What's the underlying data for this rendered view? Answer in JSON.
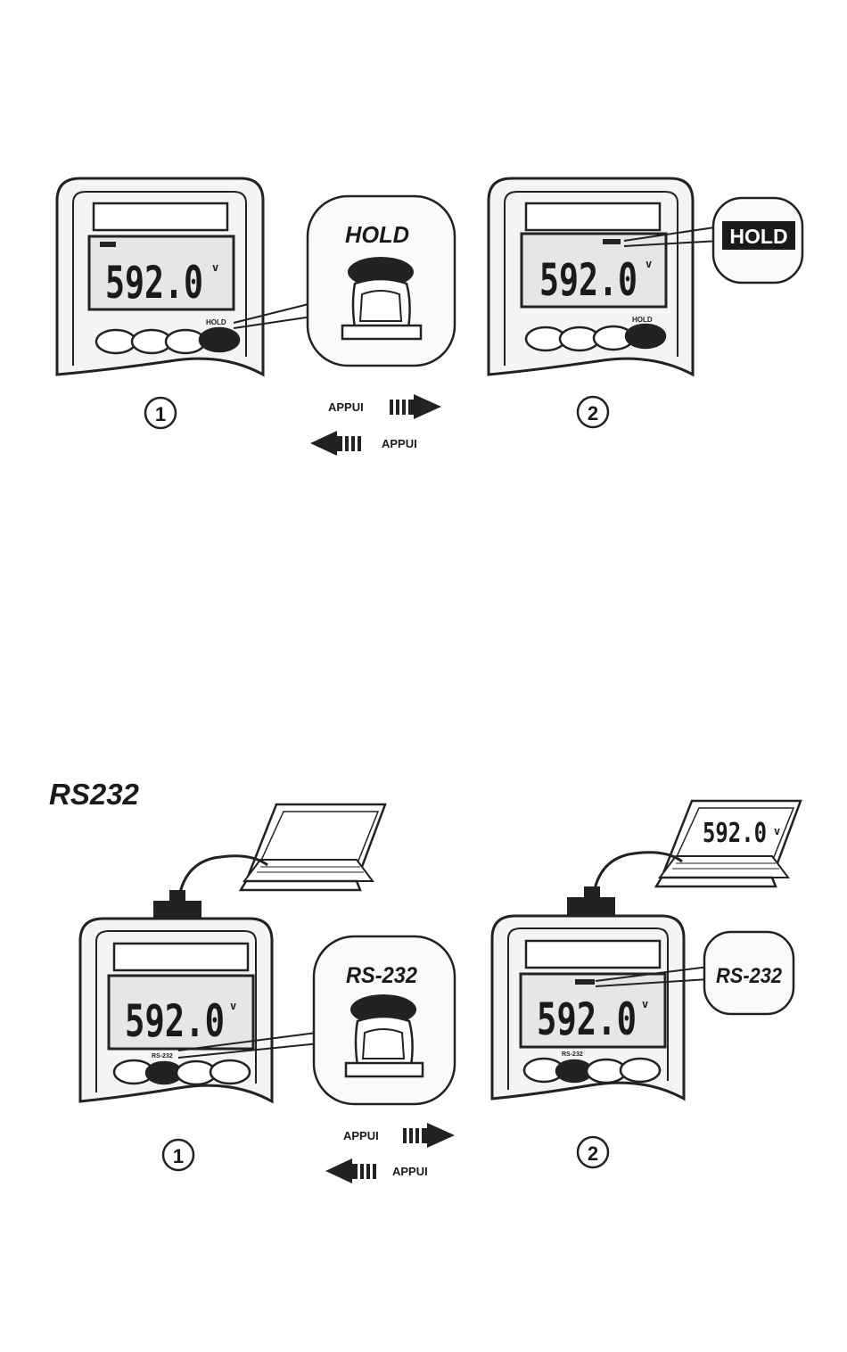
{
  "hold": {
    "callout_label": "HOLD",
    "button_label": "HOLD",
    "lcd_reading": "592.0",
    "lcd_unit": "v",
    "tag_label": "HOLD",
    "step1": "1",
    "step2": "2",
    "press_forward": "APPUI",
    "press_back": "APPUI"
  },
  "rs232": {
    "title": "RS232",
    "callout_label": "RS-232",
    "button_label": "RS-232",
    "tag_label": "RS-232",
    "lcd_reading": "592.0",
    "lcd_unit": "v",
    "laptop_reading": "592.0",
    "laptop_unit": "v",
    "step1": "1",
    "step2": "2",
    "press_forward": "APPUI",
    "press_back": "APPUI"
  }
}
